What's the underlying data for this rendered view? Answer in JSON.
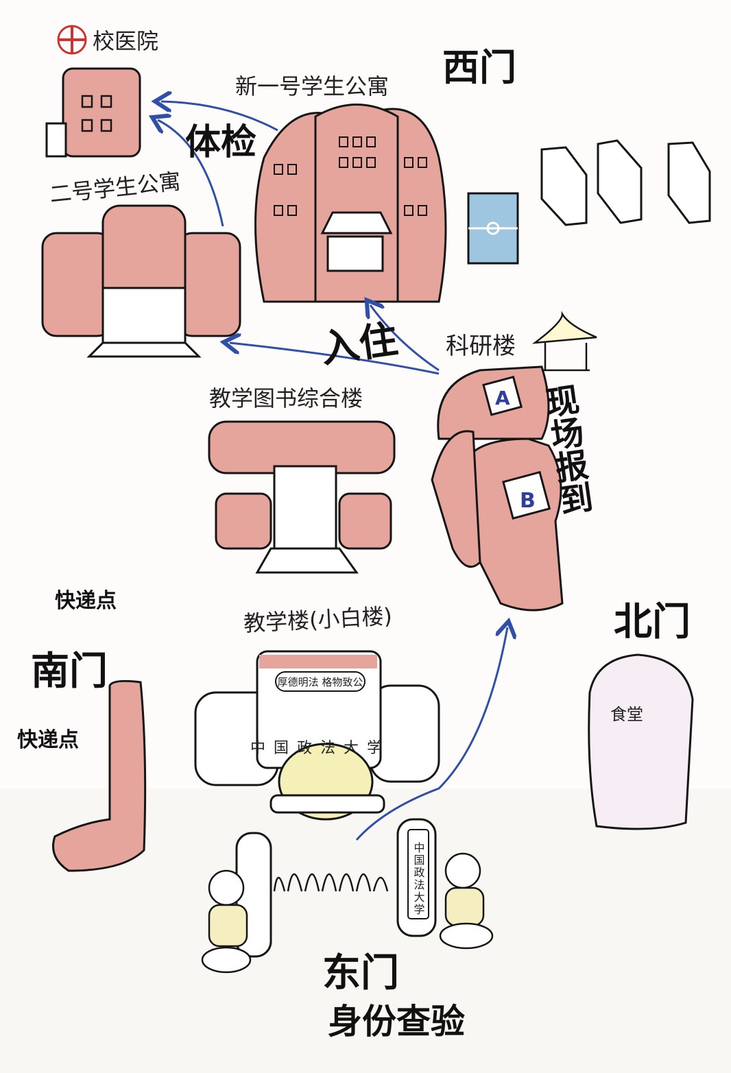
{
  "title": "校园报到路线图",
  "colors": {
    "building_fill": "#e6a59c",
    "route": "#2f4fa8",
    "stroke": "#151515",
    "canteen": "#f6eef4",
    "dome": "#f4f0b8"
  },
  "labels": {
    "hospital": "校医院",
    "dorm_new1": "新一号学生公寓",
    "west_gate": "西门",
    "checkup": "体检",
    "dorm_2": "二号学生公寓",
    "checkin": "入住",
    "research": "科研楼",
    "library": "教学图书综合楼",
    "onsite_registration": "现场报到",
    "express_1": "快递点",
    "teaching": "教学楼(小白楼)",
    "north_gate": "北门",
    "south_gate": "南门",
    "express_2": "快递点",
    "east_gate": "东门",
    "id_check": "身份查验",
    "canteen": "食堂",
    "motto": "厚德明法 格物致公",
    "university_front": "中国政法大学",
    "university_pillar": "中国政法大学",
    "building_a": "A",
    "building_b": "B"
  },
  "icons": [
    "red-cross-icon",
    "basketball-court-icon",
    "pavilion-icon",
    "lion-statue-icon"
  ]
}
